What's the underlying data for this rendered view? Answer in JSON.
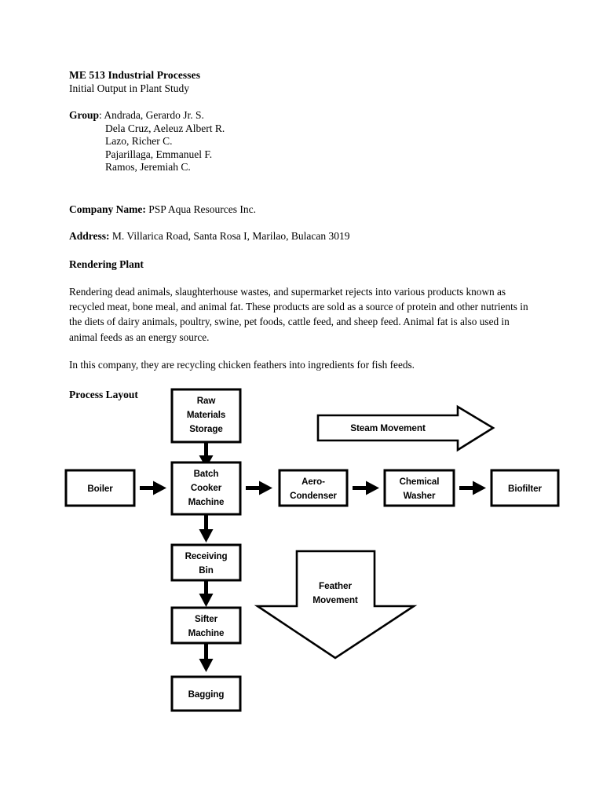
{
  "document": {
    "title": "ME 513 Industrial Processes",
    "subtitle": "Initial Output in Plant Study",
    "group": {
      "label": "Group",
      "separator": ":",
      "members": [
        "Andrada, Gerardo Jr. S.",
        "Dela Cruz, Aeleuz Albert R.",
        "Lazo, Richer C.",
        "Pajarillaga, Emmanuel F.",
        "Ramos, Jeremiah C."
      ]
    },
    "company": {
      "name_label": "Company Name:",
      "name_value": "PSP Aqua Resources Inc.",
      "address_label": "Address:",
      "address_value": "M. Villarica Road, Santa Rosa I, Marilao, Bulacan 3019"
    },
    "rendering_plant_heading": "Rendering Plant",
    "paragraph_1": "Rendering dead animals, slaughterhouse wastes, and supermarket rejects into various products known as recycled meat, bone meal, and animal fat.  These products are sold as a source of protein and other nutrients in the diets of dairy animals, poultry, swine, pet foods, cattle feed, and sheep feed.  Animal fat is also used in animal feeds as an energy source.",
    "paragraph_2": "In this company, they are recycling chicken feathers into ingredients for fish feeds.",
    "process_layout_heading": "Process Layout"
  },
  "flowchart": {
    "boxes": {
      "raw_materials_storage": [
        "Raw",
        "Materials",
        "Storage"
      ],
      "boiler": [
        "Boiler"
      ],
      "batch_cooker_machine": [
        "Batch",
        "Cooker",
        "Machine"
      ],
      "aero_condenser": [
        "Aero-",
        "Condenser"
      ],
      "chemical_washer": [
        "Chemical",
        "Washer"
      ],
      "biofilter": [
        "Biofilter"
      ],
      "receiving_bin": [
        "Receiving",
        "Bin"
      ],
      "sifter_machine": [
        "Sifter",
        "Machine"
      ],
      "bagging": [
        "Bagging"
      ]
    },
    "arrows": {
      "steam_movement": "Steam Movement",
      "feather_movement": [
        "Feather",
        "Movement"
      ]
    },
    "colors": {
      "stroke": "#000000",
      "fill": "#ffffff",
      "text": "#000000"
    }
  }
}
